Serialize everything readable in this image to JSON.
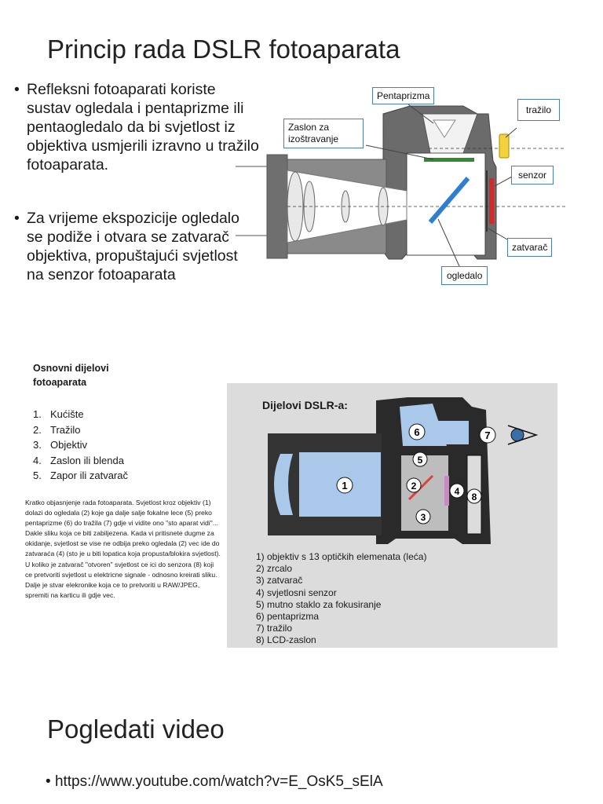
{
  "title": "Princip rada DSLR fotoaparata",
  "bullets": [
    "Refleksni fotoaparati koriste sustav ogledala i pentaprizme ili pentaogledalo da bi svjetlost iz objektiva usmjerili izravno u tražilo fotoaparata.",
    "Za vrijeme ekspozicije ogledalo se podiže i otvara se zatvarač objektiva, propuštajući svjetlost na senzor fotoaparata"
  ],
  "bullet_symbol": "•",
  "diagram1": {
    "labels": {
      "pentaprizma": "Pentaprizma",
      "zaslon": "Zaslon za izoštravanje",
      "trazilo": "tražilo",
      "senzor": "senzor",
      "zatvarac": "zatvarač",
      "ogledalo": "ogledalo"
    },
    "colors": {
      "body": "#6b6b6b",
      "lens": "#8a8a8a",
      "mirror": "#2f7fd0",
      "screen": "#2e8b2e",
      "sensor": "#d12a2a",
      "eyepiece": "#f3d23c",
      "callout_border": "#4a7fb0"
    }
  },
  "parts": {
    "heading": "Osnovni dijelovi fotoaparata",
    "items": [
      {
        "num": "1.",
        "label": "Kućište"
      },
      {
        "num": "2.",
        "label": "Tražilo"
      },
      {
        "num": "3.",
        "label": "Objektiv"
      },
      {
        "num": "4.",
        "label": "Zaslon ili blenda"
      },
      {
        "num": "5.",
        "label": "Zapor ili zatvarač"
      }
    ]
  },
  "explanation": "Kratko objasnjenje rada fotoaparata. Svjetlost kroz objektiv (1) dolazi do ogledala (2) koje ga dalje salje fokalne lece (5) preko pentaprizme (6) do tražila (7) gdje vi vidite ono \"sto aparat vidi\"... Dakle sliku koja ce biti zabiljezena. Kada vi pritisnete dugme za okidanje, svjetlost se vise ne odbija preko ogledala (2) vec ide do zatvaraća (4) (sto je u biti lopatica koja propusta/blokira svjetlost). U koliko je zatvarač \"otvoren\" svjetlost ce ici do senzora (8) koji ce pretvoriti svjetlost u elektricne signale - odnosno kreirati sliku. Dalje je stvar elekronike koja ce to pretvoriti u RAW/JPEG, spremiti na karticu ili gdje vec.",
  "diagram2": {
    "title": "Dijelovi DSLR-a:",
    "numbers": [
      "1",
      "2",
      "3",
      "4",
      "5",
      "6",
      "7",
      "8"
    ],
    "legend": [
      "1) objektiv s 13 optičkih elemenata (leća)",
      "2) zrcalo",
      "3) zatvarač",
      "4) svjetlosni senzor",
      "5) mutno staklo za fokusiranje",
      "6) pentaprizma",
      "7) tražilo",
      "8) LCD-zaslon"
    ],
    "colors": {
      "background": "#dcdcdc",
      "body": "#2a2a2a",
      "glass": "#a9c8ea",
      "sensor": "#c98ac4",
      "mirror": "#d9443a"
    }
  },
  "video": {
    "title": "Pogledati video",
    "url": "https://www.youtube.com/watch?v=E_OsK5_sElA"
  }
}
